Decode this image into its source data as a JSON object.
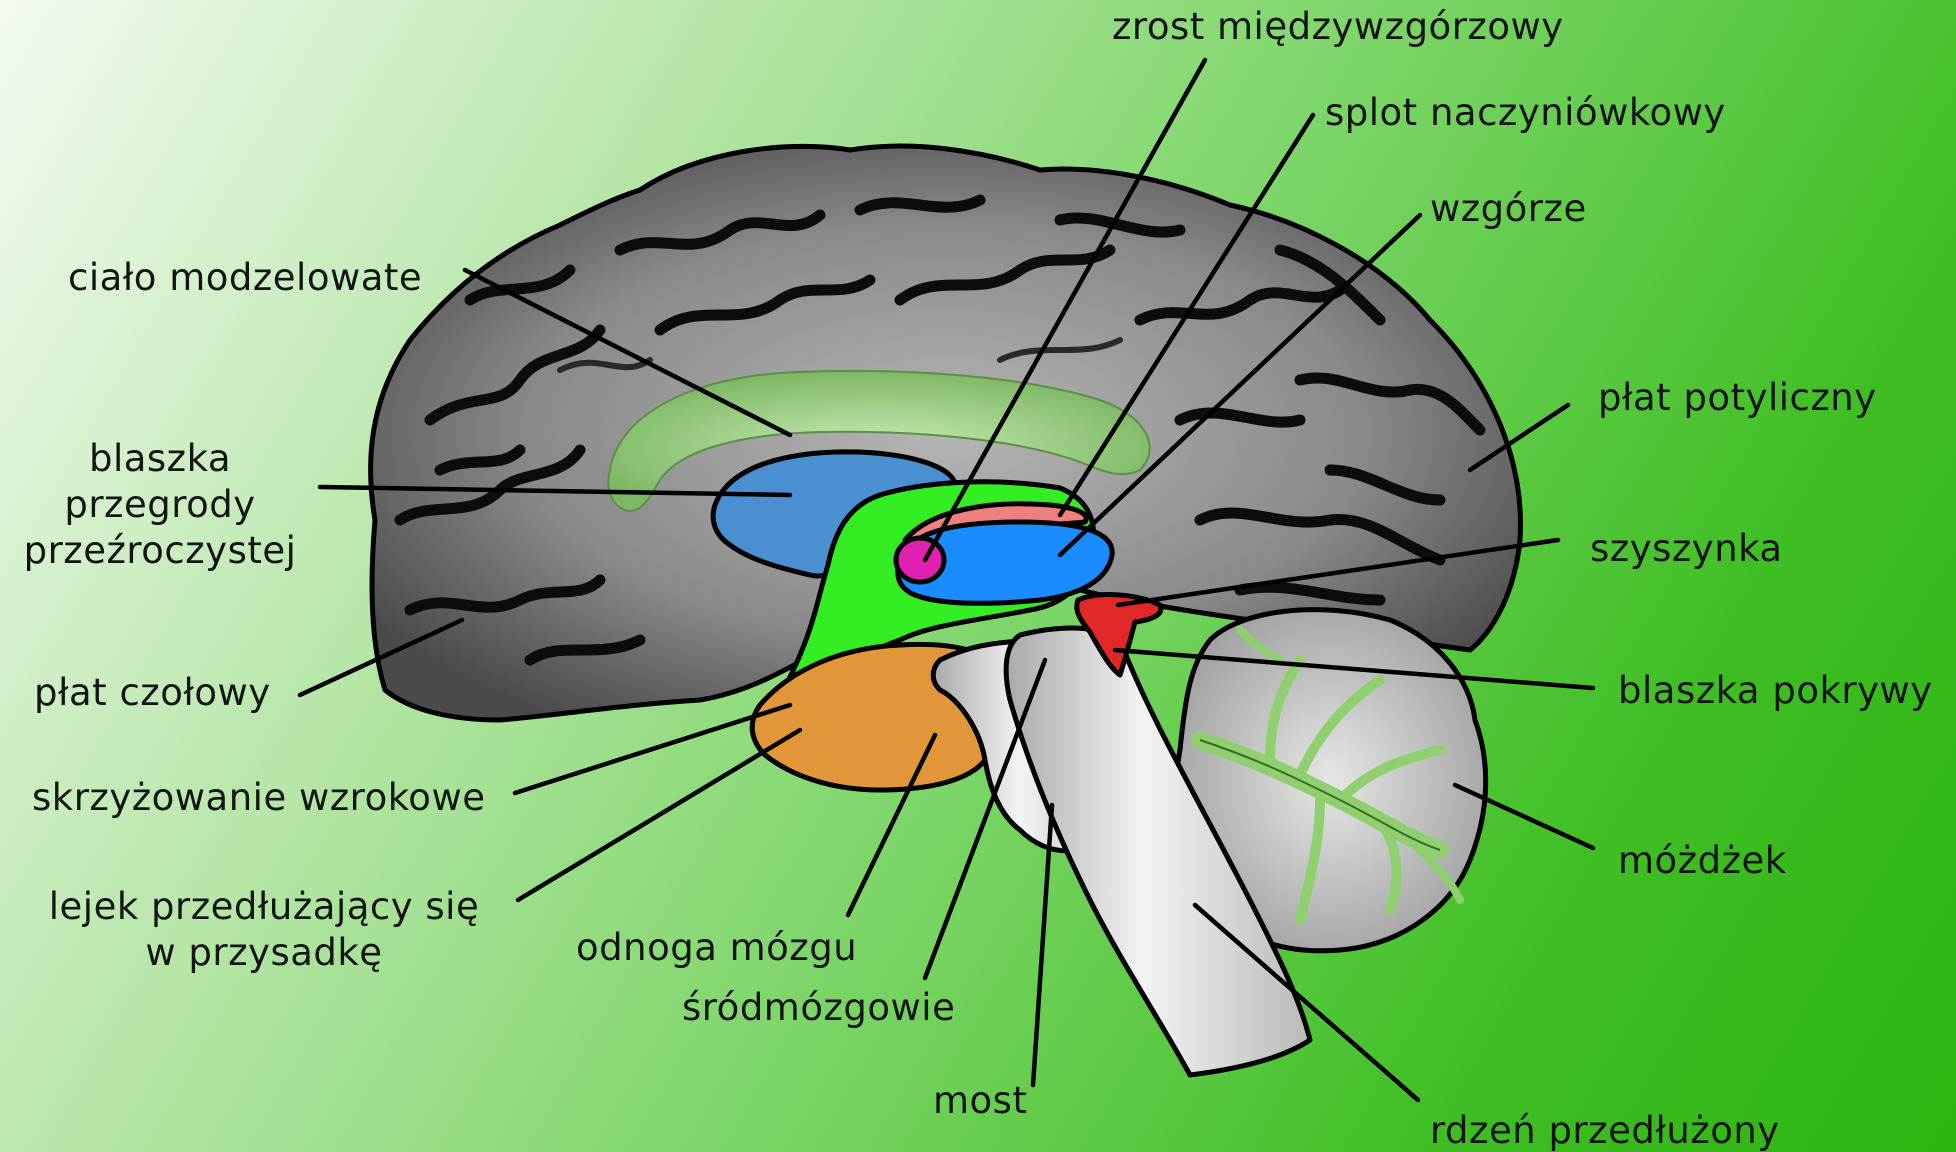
{
  "labels": {
    "zrost": "zrost międzywzgórzowy",
    "splot": "splot naczyniówkowy",
    "wzgorze": "wzgórze",
    "cialo": "ciało modzelowate",
    "potyliczny": "płat potyliczny",
    "blaszka_przegrody": [
      "blaszka",
      "przegrody",
      "przeźroczystej"
    ],
    "szyszynka": "szyszynka",
    "czolowy": "płat czołowy",
    "pokrywy": "blaszka pokrywy",
    "skrzyzowanie": "skrzyżowanie wzrokowe",
    "mozdzek": "móżdżek",
    "lejek": [
      "lejek przedłużający się",
      "w przysadkę"
    ],
    "odnoga": "odnoga mózgu",
    "srodmozgowie": "śródmózgowie",
    "most": "most",
    "rdzen": "rdzeń przedłużony"
  },
  "colors": {
    "cortex": "#6f6f6f",
    "corpus_callosum": "#8fca76",
    "septum": "#4a8fd0",
    "diencephalon": "#33ee22",
    "choroid_plexus": "#f08080",
    "thalamus": "#1a8cff",
    "interthalamic": "#e020b0",
    "pineal": "#e02828",
    "hypothalamus": "#e2963a",
    "brainstem": "#d2d2d2",
    "cerebellum": "#c8c8c8",
    "arbor_vitae": "#8fcf6e"
  }
}
